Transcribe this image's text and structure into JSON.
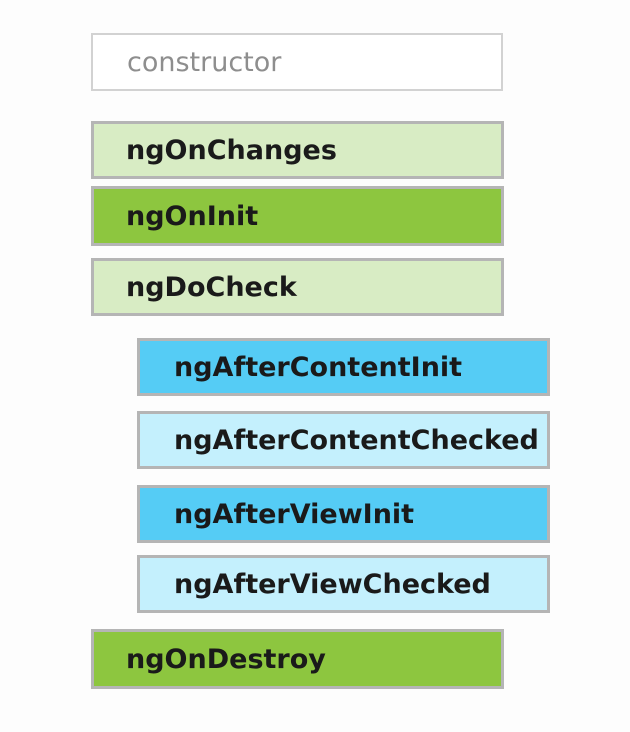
{
  "hooks": [
    {
      "label": "constructor",
      "color": "#ffffff"
    },
    {
      "label": "ngOnChanges",
      "color": "#d8ecc4"
    },
    {
      "label": "ngOnInit",
      "color": "#8dc63f"
    },
    {
      "label": "ngDoCheck",
      "color": "#d8ecc4"
    },
    {
      "label": "ngAfterContentInit",
      "color": "#55ccf5"
    },
    {
      "label": "ngAfterContentChecked",
      "color": "#c4f0fd"
    },
    {
      "label": "ngAfterViewInit",
      "color": "#55ccf5"
    },
    {
      "label": "ngAfterViewChecked",
      "color": "#c4f0fd"
    },
    {
      "label": "ngOnDestroy",
      "color": "#8dc63f"
    }
  ]
}
